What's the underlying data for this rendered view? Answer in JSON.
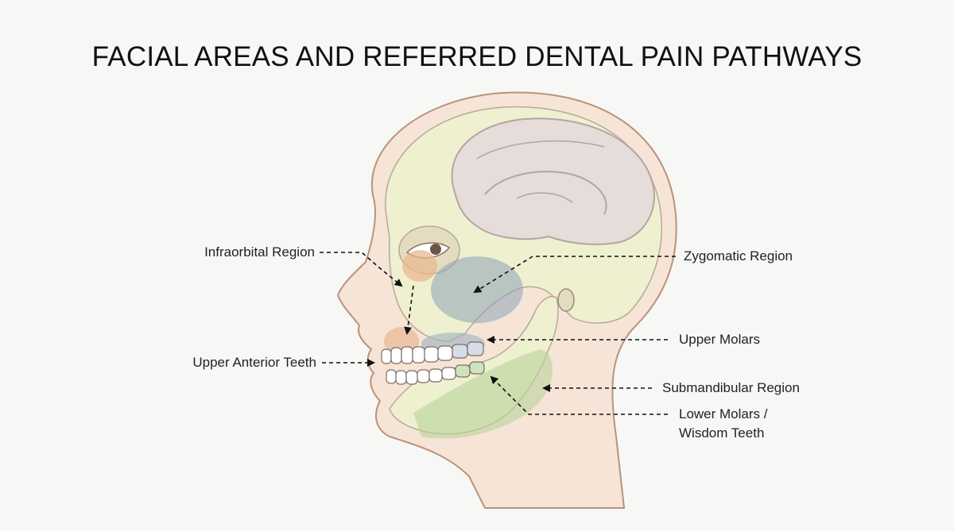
{
  "title": "FACIAL AREAS AND REFERRED DENTAL PAIN PATHWAYS",
  "labels": {
    "infraorbital": "Infraorbital Region",
    "upper_anterior": "Upper Anterior Teeth",
    "zygomatic": "Zygomatic Region",
    "upper_molars": "Upper Molars",
    "submandibular": "Submandibular Region",
    "lower_molars_line1": "Lower Molars /",
    "lower_molars_line2": "Wisdom Teeth"
  },
  "colors": {
    "skin": "#f6e4d7",
    "skin_outline": "#b9937b",
    "skull": "#eef0cf",
    "brain": "#e6dcd9",
    "infraorbital": "#e9b891",
    "zygomatic": "#8ea3b6",
    "upper_molars": "#9fb0c2",
    "lower_molars": "#a9c98f",
    "submandibular": "#b9d49a"
  }
}
